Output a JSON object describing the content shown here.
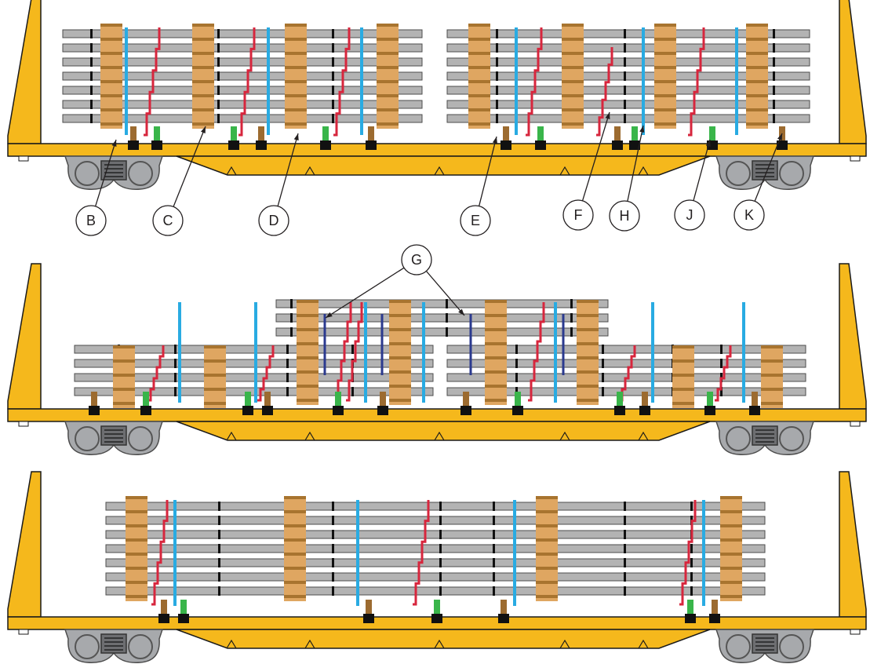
{
  "colors": {
    "car_body": "#f5b81c",
    "car_outline": "#1a1a1a",
    "bulkhead": "#f5b81c",
    "rail": "#b3b3b3",
    "rail_outline": "#4d4d4d",
    "dunnage": "#dfa661",
    "dunnage_band": "#a8742f",
    "strap_blue": "#29abe2",
    "strap_red": "#d7263d",
    "strap_navy": "#2b3a8f",
    "anchor_green": "#39b54a",
    "anchor_brown": "#9c6b30",
    "anchor_block": "#111111",
    "truck": "#a7a9ac",
    "callout_line": "#231f20",
    "callout_fill": "#ffffff"
  },
  "callouts": {
    "B": "B",
    "C": "C",
    "D": "D",
    "E": "E",
    "F": "F",
    "G": "G",
    "H": "H",
    "J": "J",
    "K": "K"
  },
  "loading_patterns": [
    {
      "pattern": "two-bundle-load",
      "tiers": 7
    },
    {
      "pattern": "stepped-load",
      "tiers": 4,
      "top_tiers": 3
    },
    {
      "pattern": "full-length-load",
      "tiers": 7
    }
  ]
}
